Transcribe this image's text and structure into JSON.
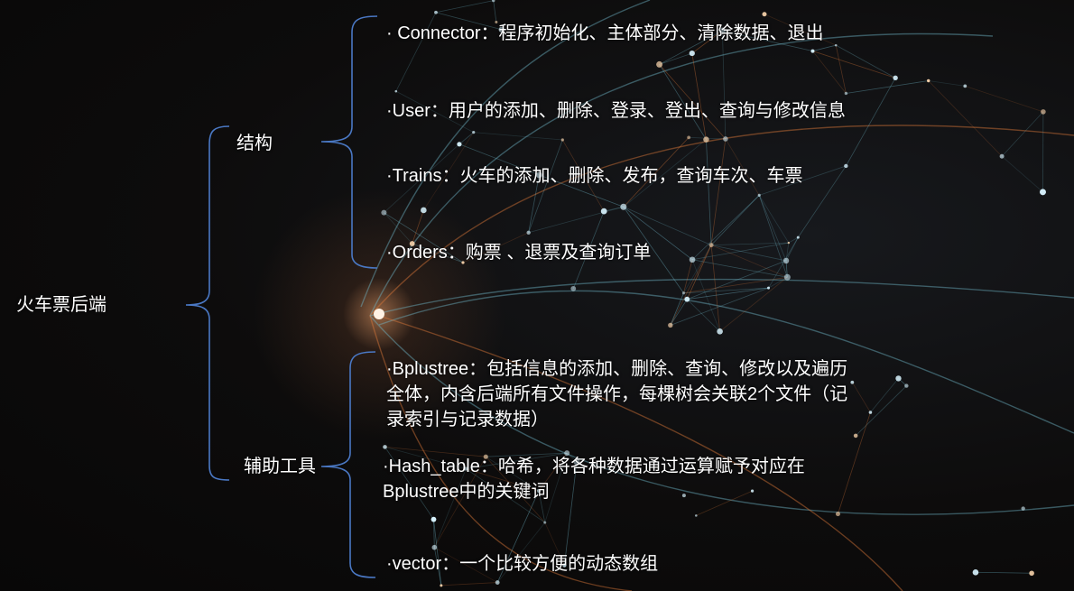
{
  "root": "火车票后端",
  "groups": [
    {
      "label": "结构",
      "items": [
        "· Connector：程序初始化、主体部分、清除数据、退出",
        "·User：用户的添加、删除、登录、登出、查询与修改信息",
        "·Trains：火车的添加、删除、发布，查询车次、车票",
        "·Orders：购票 、退票及查询订单"
      ]
    },
    {
      "label": "辅助工具",
      "items": [
        "·Bplustree：包括信息的添加、删除、查询、修改以及遍历全体，内含后端所有文件操作，每棵树会关联2个文件（记录索引与记录数据）",
        "·Hash_table：哈希，将各种数据通过运算赋予对应在Bplustree中的关键词",
        "·vector：一个比较方便的动态数组"
      ]
    }
  ],
  "colors": {
    "bracket": "#4a78c4",
    "text": "#ffffff",
    "background": "#0b0908",
    "network_cyan": "#6fb6c8",
    "network_orange": "#e07a3a"
  }
}
